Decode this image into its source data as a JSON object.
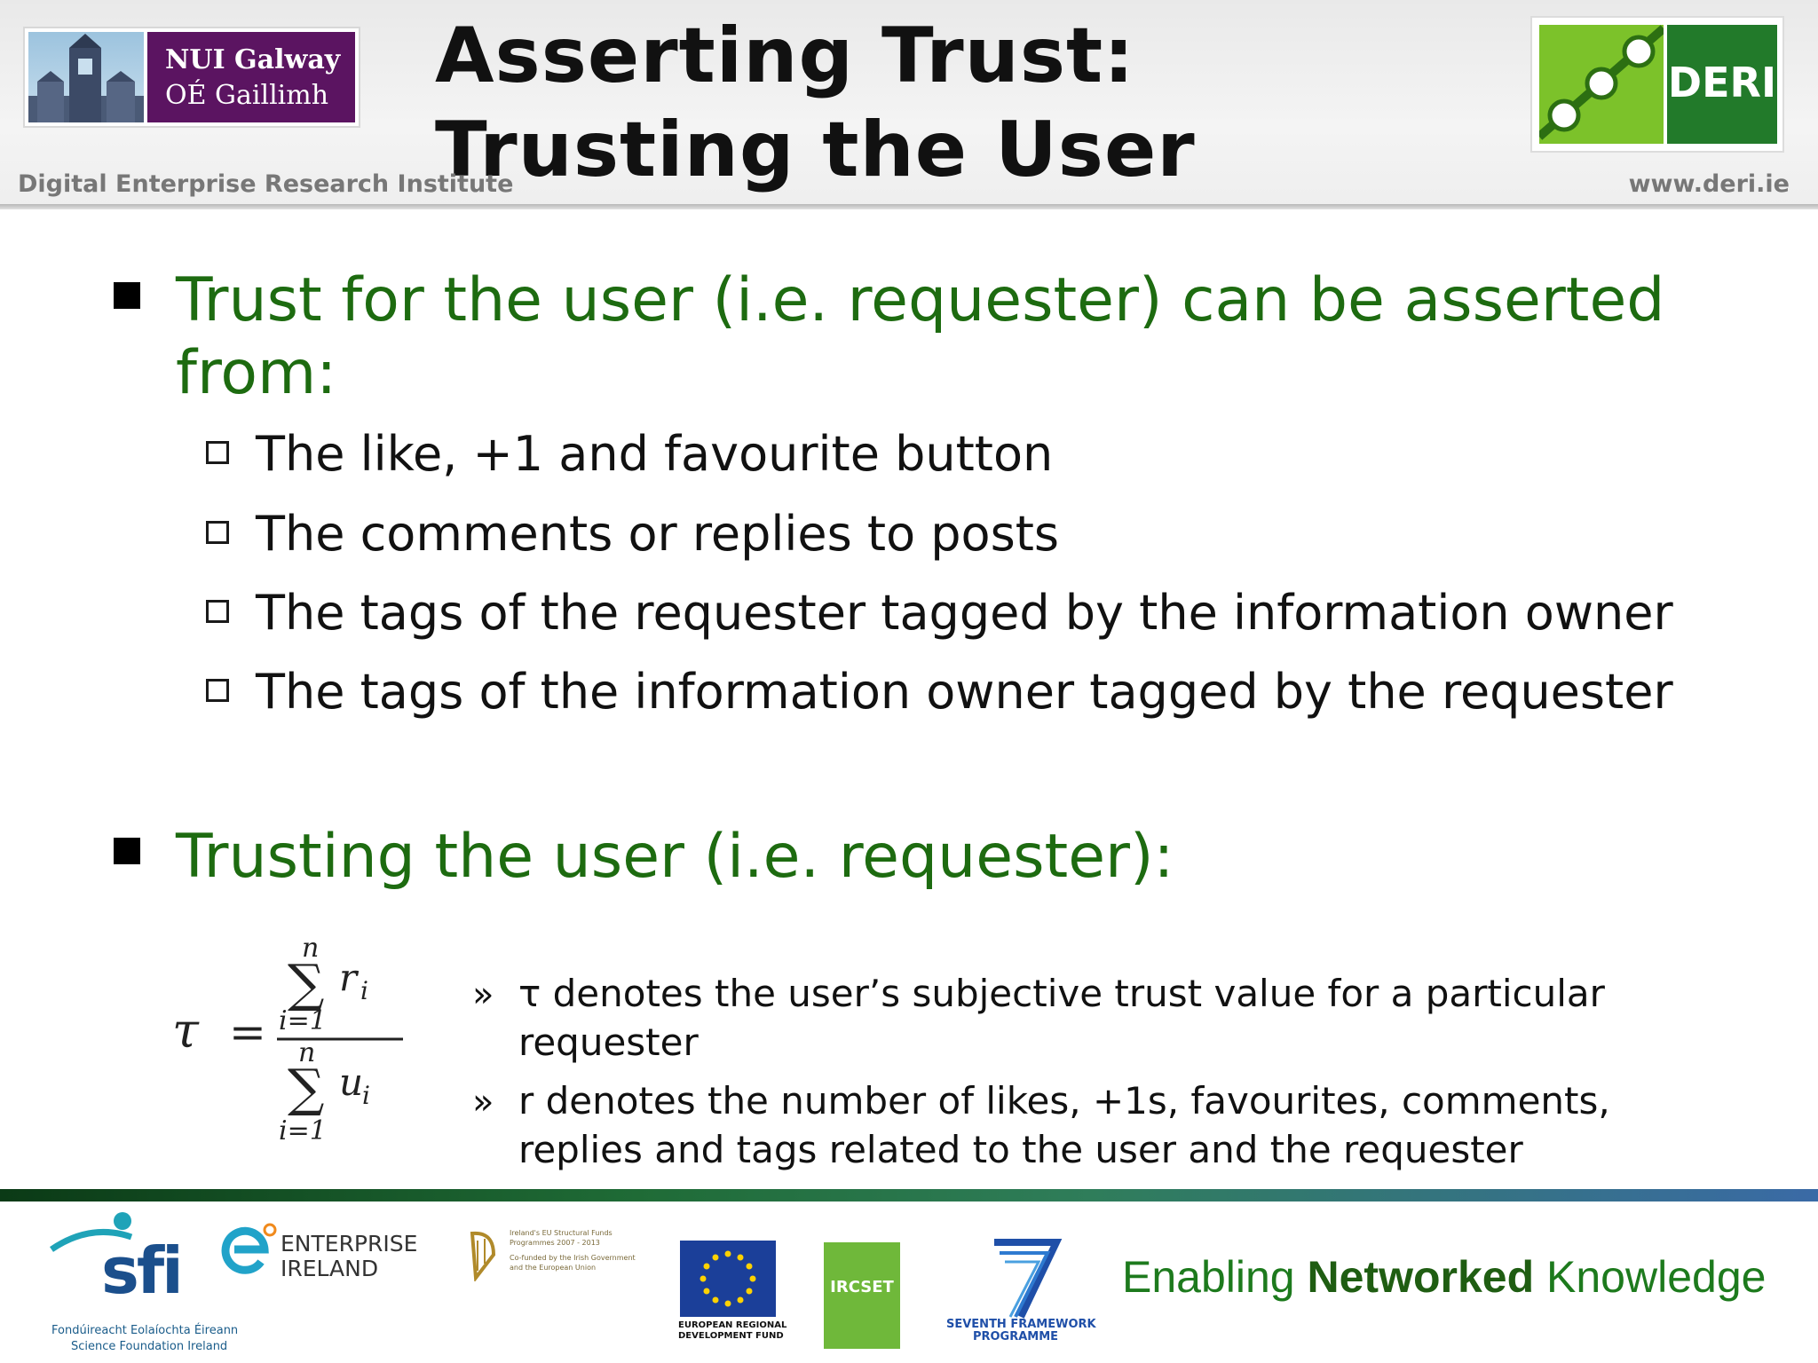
{
  "header": {
    "title_line1": "Asserting Trust:",
    "title_line2": "Trusting the User",
    "institute": "Digital Enterprise Research Institute",
    "website": "www.deri.ie",
    "nui_logo": {
      "line1": "NUI Galway",
      "line2": "OÉ Gaillimh"
    },
    "deri_logo": {
      "text": "DERI"
    }
  },
  "bullets": [
    {
      "text_line1": "Trust for the user (i.e. requester) can be asserted",
      "text_line2": "from:",
      "sub": [
        "The like, +1 and favourite button",
        "The comments or replies to posts",
        "The tags of the requester tagged by the information owner",
        "The tags of the information owner tagged by the requester"
      ]
    },
    {
      "text_line1": "Trusting the user (i.e. requester):"
    }
  ],
  "formula": {
    "lhs": "τ",
    "equals": "=",
    "numerator": {
      "upper": "n",
      "sum": "∑",
      "term": "r",
      "sub": "i",
      "lower": "i=1"
    },
    "denominator": {
      "upper": "n",
      "sum": "∑",
      "term": "u",
      "sub": "i",
      "lower": "i=1"
    }
  },
  "definitions": [
    {
      "marker": "»",
      "line1": "τ denotes the user’s subjective trust value for a particular",
      "line2": "requester"
    },
    {
      "marker": "»",
      "line1": "r denotes the number of likes, +1s, favourites, comments,",
      "line2": "replies and tags related to the user and the requester"
    }
  ],
  "footer": {
    "slogan_pre": "Enabling ",
    "slogan_bold": "Networked",
    "slogan_post": " Knowledge",
    "sfi": {
      "name": "sfi",
      "caption1": "Fondúireacht Eolaíochta Éireann",
      "caption2": "Science Foundation Ireland"
    },
    "enterprise_ireland": {
      "line1": "ENTERPRISE",
      "line2": "IRELAND"
    },
    "structural_funds": {
      "line1": "Ireland's EU Structural Funds",
      "line2": "Programmes 2007 - 2013",
      "line3": "Co-funded by the Irish Government",
      "line4": "and the European Union"
    },
    "erdf": {
      "line1": "EUROPEAN REGIONAL",
      "line2": "DEVELOPMENT FUND"
    },
    "ircset": {
      "name": "IRCSET"
    },
    "fp7": {
      "line1": "SEVENTH FRAMEWORK",
      "line2": "PROGRAMME"
    },
    "colors": {
      "green_text": "#1d6b10",
      "deri_light": "#7cc22a",
      "deri_dark": "#227a2a",
      "nui_purple": "#5b1461"
    }
  }
}
